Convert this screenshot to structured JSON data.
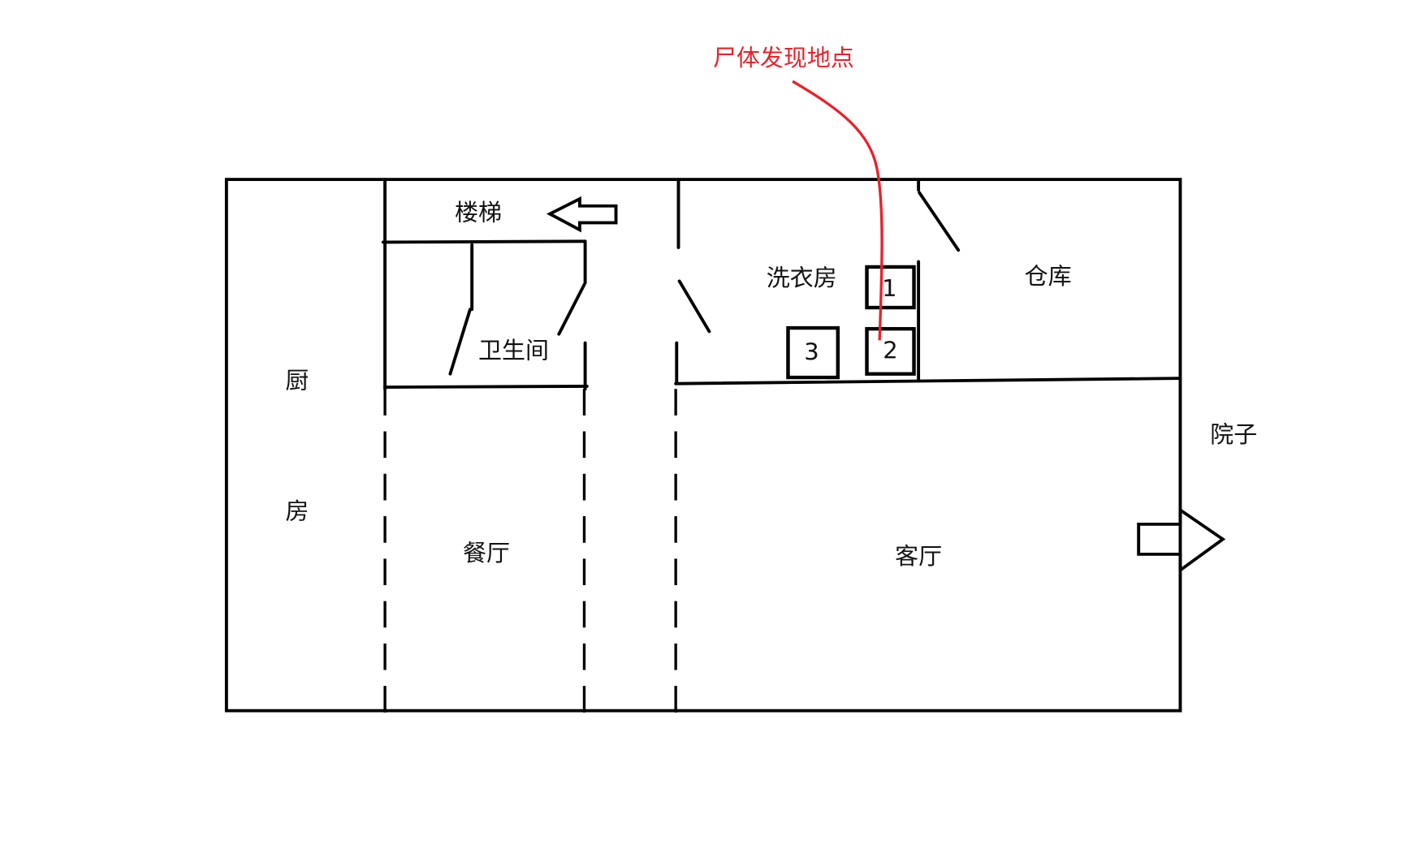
{
  "annotation": {
    "label": "尸体发现地点",
    "color": "#e8222a"
  },
  "rooms": {
    "stairs": "楼梯",
    "bathroom": "卫生间",
    "kitchen_1": "厨",
    "kitchen_2": "房",
    "dining": "餐厅",
    "laundry": "洗衣房",
    "storage": "仓库",
    "yard": "院子",
    "living": "客厅"
  },
  "markers": [
    "1",
    "2",
    "3"
  ]
}
